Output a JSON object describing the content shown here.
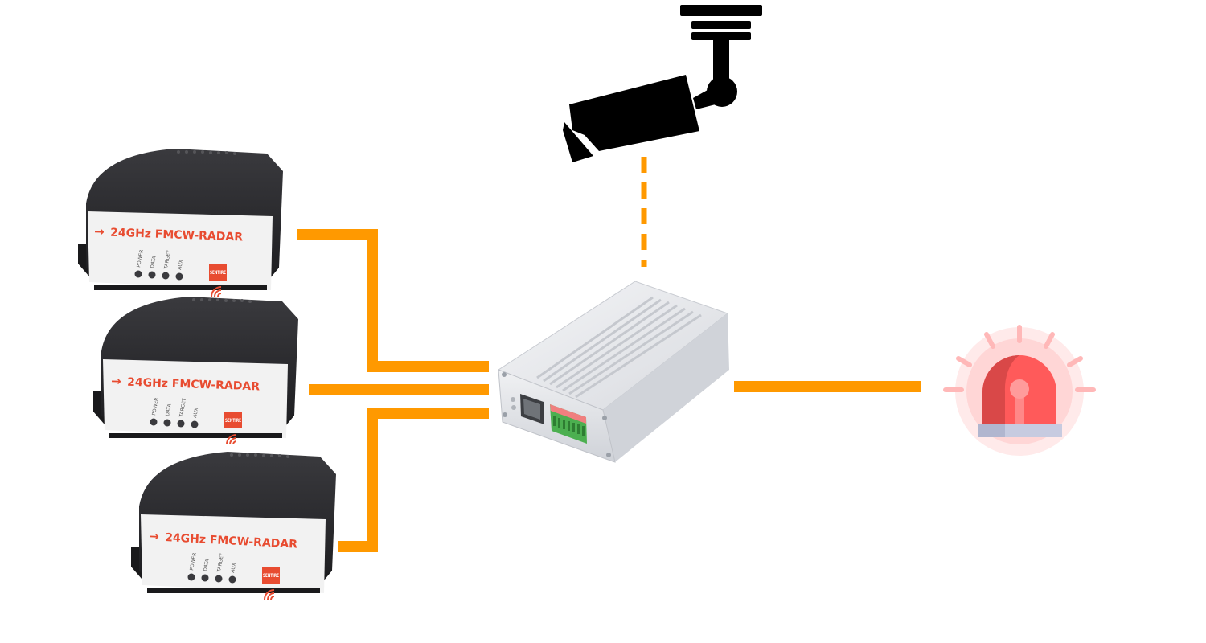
{
  "radar_units": [
    {
      "label": "24GHz FMCW-RADAR",
      "leds": [
        "POWER",
        "DATA",
        "TARGET",
        "AUX"
      ],
      "brand": "SENTIRE"
    },
    {
      "label": "24GHz FMCW-RADAR",
      "leds": [
        "POWER",
        "DATA",
        "TARGET",
        "AUX"
      ],
      "brand": "SENTIRE"
    },
    {
      "label": "24GHz FMCW-RADAR",
      "leds": [
        "POWER",
        "DATA",
        "TARGET",
        "AUX"
      ],
      "brand": "SENTIRE"
    }
  ],
  "icons": {
    "camera": "security-camera-icon",
    "controller": "io-controller-icon",
    "alarm": "alarm-beacon-icon",
    "arrow": "arrow-right-icon"
  },
  "colors": {
    "connector": "#ff9900",
    "radar_body": "#2b2b2e",
    "radar_label_bg": "#f2f2f2",
    "radar_text": "#e84c31",
    "camera": "#000000",
    "controller_body": "#e6e7ea",
    "terminal_block": "#4caf50",
    "alarm_red": "#ff5a5a",
    "alarm_glow": "#ffd6d6",
    "alarm_base": "#c7cbe0"
  }
}
